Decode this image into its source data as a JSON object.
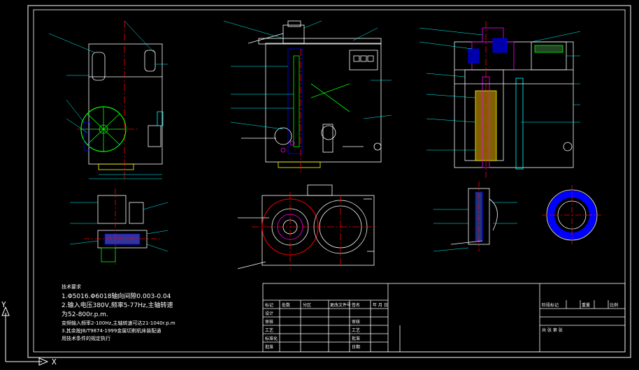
{
  "notes": {
    "header": "技术要求",
    "line1": "1.Φ5016.Φ6018轴向间隙0.003-0.04",
    "line2": "2.输入电压380V,频率5-77Hz,主轴转速",
    "line3": "为52-800r.p.m.",
    "line4": "变频输入频率2-100Hz,主轴转速可达21-1040r.p.m",
    "line5": "3.其余按JB/T9874-1999金属切削机床装配通",
    "line6": "用技术条件的规定执行"
  },
  "title_block": {
    "change_record": [
      "标记",
      "处数",
      "分区",
      "更改文件号",
      "签名",
      "年 月 日"
    ],
    "roles": [
      "设计",
      "审核",
      "工艺",
      "标准化",
      "批准"
    ],
    "approvals": [
      "审核",
      "工艺",
      "批准",
      "日期"
    ],
    "stage": "阶段标记",
    "weight": "重量",
    "scale": "比例",
    "sheet": "共 张 第 张"
  },
  "axes": {
    "x": "X",
    "y": "Y"
  },
  "colors": {
    "background": "#000000",
    "outline": "#ffffff",
    "centerline": "#ff0000",
    "dimension": "#00ffff",
    "green": "#00ff00",
    "magenta": "#ff00ff",
    "yellow": "#ffff00",
    "blue": "#0000ff"
  }
}
